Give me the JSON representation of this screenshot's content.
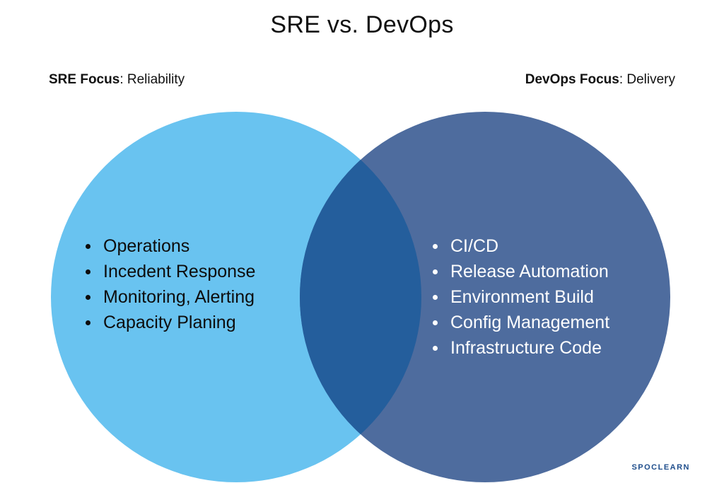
{
  "title": "SRE vs. DevOps",
  "left": {
    "focus_label": "SRE Focus",
    "focus_value": ": Reliability",
    "items": [
      "Operations",
      "Incedent Response",
      "Monitoring, Alerting",
      "Capacity Planing"
    ],
    "color": "#69c3f0"
  },
  "right": {
    "focus_label": "DevOps Focus",
    "focus_value": ": Delivery",
    "items": [
      "CI/CD",
      "Release Automation",
      "Environment Build",
      "Config Management",
      "Infrastructure Code"
    ],
    "color": "#4e6c9e"
  },
  "overlap_color": "#245e9c",
  "logo": "SPOCLEARN"
}
